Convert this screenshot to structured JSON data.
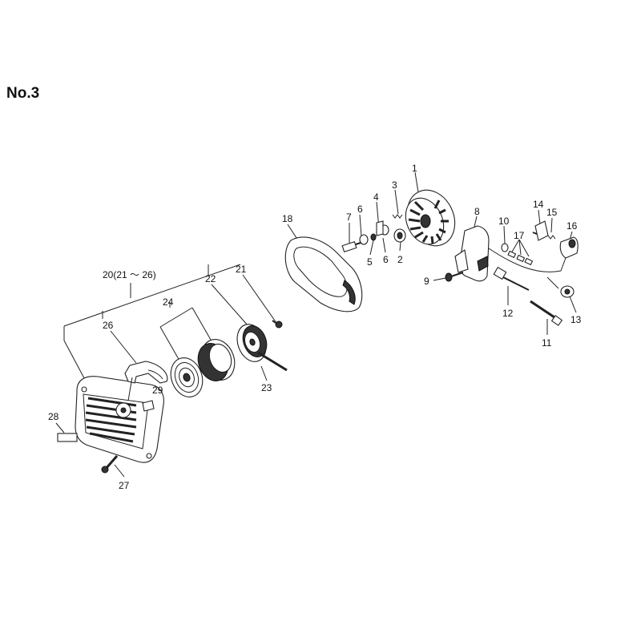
{
  "title": "No.3",
  "group_label": "20(21 ～ 26)",
  "callouts": {
    "p1": "1",
    "p2": "2",
    "p3": "3",
    "p4": "4",
    "p5": "5",
    "p6a": "6",
    "p6b": "6",
    "p7": "7",
    "p8": "8",
    "p9": "9",
    "p10": "10",
    "p11": "11",
    "p12": "12",
    "p13": "13",
    "p14": "14",
    "p15": "15",
    "p16": "16",
    "p17": "17",
    "p18": "18",
    "p21": "21",
    "p22": "22",
    "p23": "23",
    "p24": "24",
    "p26": "26",
    "p27": "27",
    "p28": "28",
    "p29": "29"
  }
}
